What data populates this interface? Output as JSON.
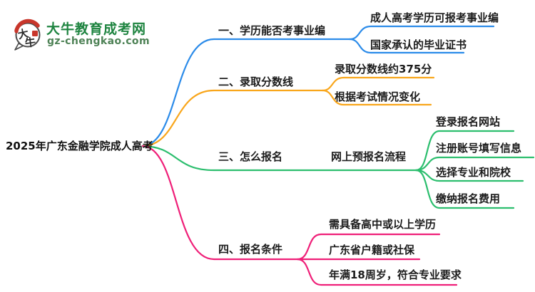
{
  "logo": {
    "title": "大牛教育成考网",
    "domain": "gz-chengkao.com",
    "icon_chars": {
      "first": "大",
      "second": "牛"
    },
    "title_color": "#1E8440",
    "domain_color": "#4E8256",
    "seal_color": "#C8362B"
  },
  "root": {
    "label": "2025年广东金融学院成人高考"
  },
  "branches": [
    {
      "label": "一、学历能否考事业编",
      "color": "#2B8BE9",
      "children": [
        {
          "label": "成人高考学历可报考事业编"
        },
        {
          "label": "国家承认的毕业证书"
        }
      ]
    },
    {
      "label": "二、录取分数线",
      "color": "#F9A61B",
      "children": [
        {
          "label": "录取分数线约375分"
        },
        {
          "label": "根据考试情况变化"
        }
      ]
    },
    {
      "label": "三、怎么报名",
      "color": "#2CBE6E",
      "sub_label": "网上预报名流程",
      "children": [
        {
          "label": "登录报名网站"
        },
        {
          "label": "注册账号填写信息"
        },
        {
          "label": "选择专业和院校"
        },
        {
          "label": "缴纳报名费用"
        }
      ]
    },
    {
      "label": "四、报名条件",
      "color": "#EF1F78",
      "children": [
        {
          "label": "需具备高中或以上学历"
        },
        {
          "label": "广东省户籍或社保"
        },
        {
          "label": "年满18周岁，符合专业要求"
        }
      ]
    }
  ]
}
